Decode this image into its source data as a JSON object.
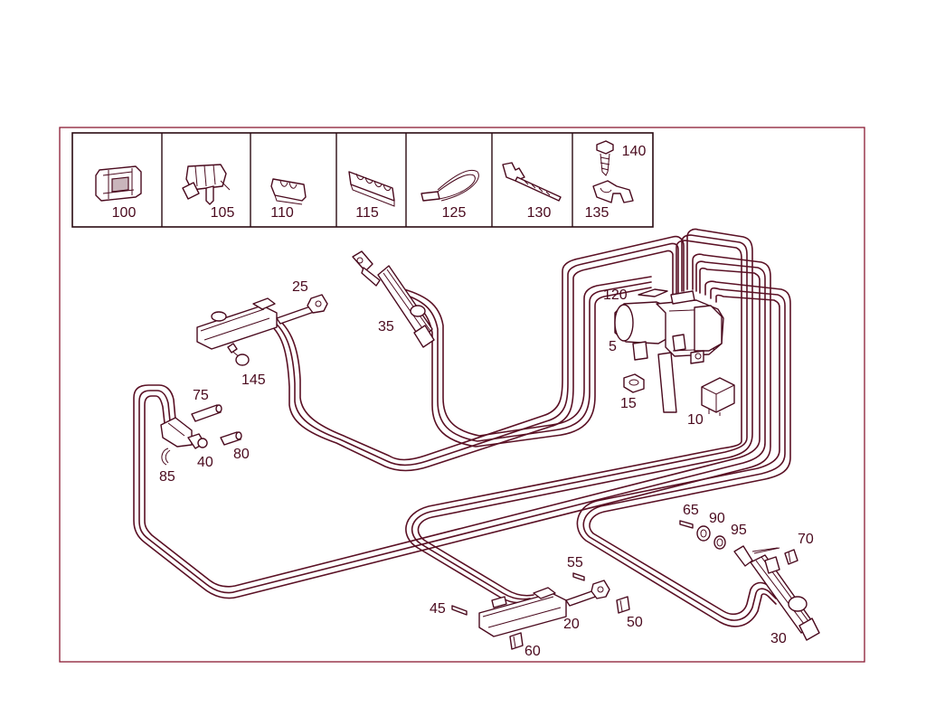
{
  "colors": {
    "line": "#5a1024",
    "frame": "#8a1a33",
    "text": "#4a0a1e",
    "background": "#ffffff"
  },
  "legend": {
    "cells": [
      {
        "label": "100",
        "icon": "clip-icon"
      },
      {
        "label": "105",
        "icon": "clamp-icon"
      },
      {
        "label": "110",
        "icon": "pipe-clip-3-icon"
      },
      {
        "label": "115",
        "icon": "pipe-clip-5-icon"
      },
      {
        "label": "125",
        "icon": "cable-tie-icon"
      },
      {
        "label": "130",
        "icon": "cable-tie-clip-icon"
      },
      {
        "label_top": "140",
        "label": "135",
        "icon": "screw-and-holder-icon"
      }
    ]
  },
  "callouts": [
    {
      "id": "c25",
      "text": "25"
    },
    {
      "id": "c35",
      "text": "35"
    },
    {
      "id": "c120",
      "text": "120"
    },
    {
      "id": "c5",
      "text": "5"
    },
    {
      "id": "c145",
      "text": "145"
    },
    {
      "id": "c75",
      "text": "75"
    },
    {
      "id": "c15",
      "text": "15"
    },
    {
      "id": "c10",
      "text": "10"
    },
    {
      "id": "c40",
      "text": "40"
    },
    {
      "id": "c80",
      "text": "80"
    },
    {
      "id": "c85",
      "text": "85"
    },
    {
      "id": "c65",
      "text": "65"
    },
    {
      "id": "c90",
      "text": "90"
    },
    {
      "id": "c95",
      "text": "95"
    },
    {
      "id": "c70",
      "text": "70"
    },
    {
      "id": "c55",
      "text": "55"
    },
    {
      "id": "c45",
      "text": "45"
    },
    {
      "id": "c20",
      "text": "20"
    },
    {
      "id": "c50",
      "text": "50"
    },
    {
      "id": "c60",
      "text": "60"
    },
    {
      "id": "c30",
      "text": "30"
    }
  ]
}
